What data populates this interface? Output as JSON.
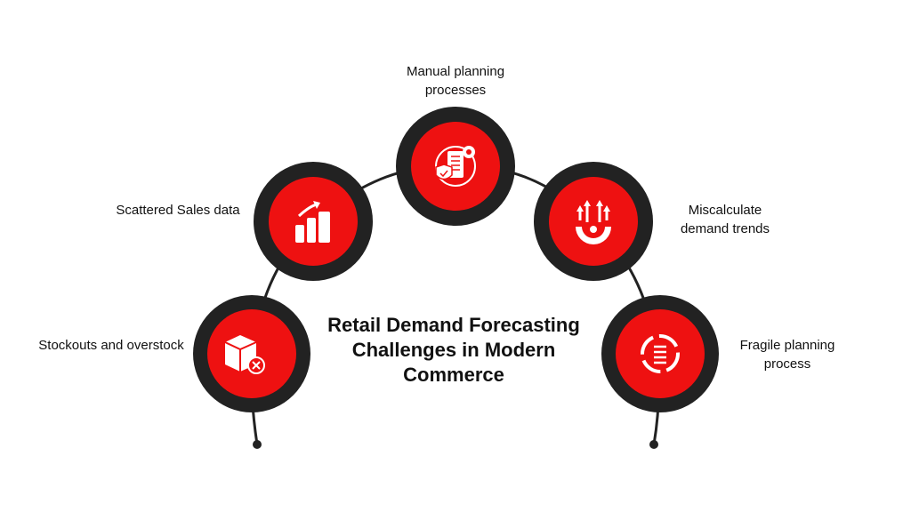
{
  "title": "Retail Demand Forecasting Challenges in Modern Commerce",
  "colors": {
    "ring": "#222222",
    "fill": "#ee1111",
    "line": "#222222",
    "icon": "#ffffff"
  },
  "nodes": [
    {
      "label": "Stockouts and overstock",
      "icon": "box-x-icon"
    },
    {
      "label": "Scattered Sales data",
      "icon": "bar-chart-up-icon"
    },
    {
      "label": "Manual planning processes",
      "icon": "document-gear-shield-icon"
    },
    {
      "label": "Miscalculate demand trends",
      "icon": "gear-arrows-up-icon"
    },
    {
      "label": "Fragile planning process",
      "icon": "cycle-list-icon"
    }
  ]
}
